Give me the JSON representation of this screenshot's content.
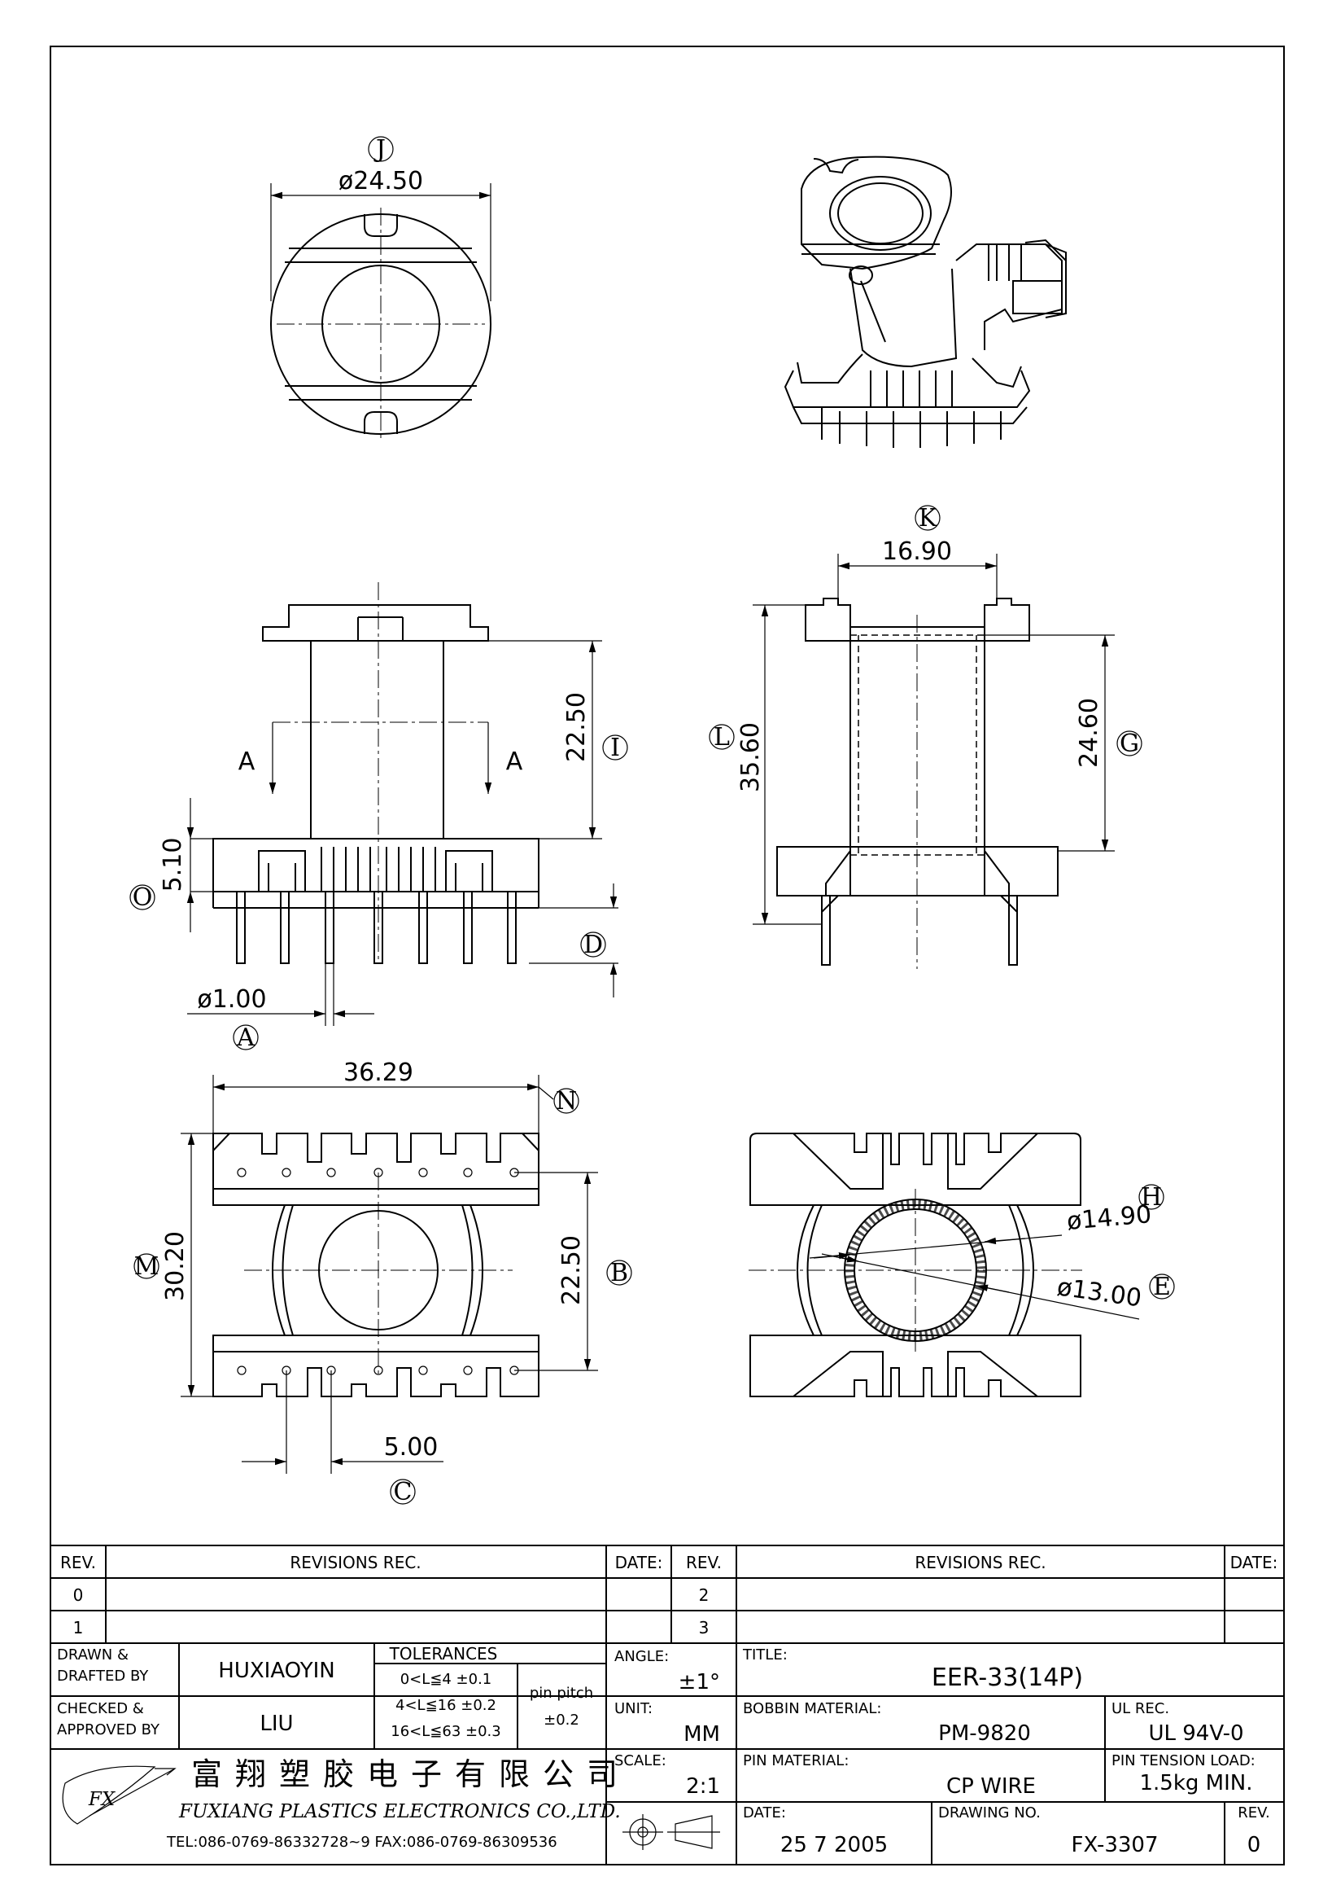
{
  "dimensions": {
    "j_dia": "ø24.50",
    "k_width": "16.90",
    "i_height": "22.50",
    "o_height": "5.10",
    "a_pin_dia": "ø1.00",
    "l_height": "35.60",
    "g_height": "24.60",
    "n_width": "36.29",
    "m_height": "30.20",
    "b_height": "22.50",
    "c_pitch": "5.00",
    "h_dia": "ø14.90",
    "e_dia": "ø13.00"
  },
  "labels": {
    "J": "J",
    "K": "K",
    "I": "I",
    "O": "O",
    "A": "A",
    "D": "D",
    "L": "L",
    "G": "G",
    "N": "N",
    "M": "M",
    "B": "B",
    "C": "C",
    "H": "H",
    "E": "E",
    "section": "A"
  },
  "title_block": {
    "rev_header": "REV.",
    "revisions_header": "REVISIONS   REC.",
    "date_header": "DATE:",
    "rev_rows_left": [
      "0",
      "1"
    ],
    "rev_rows_right": [
      "2",
      "3"
    ],
    "drawn_label_1": "DRAWN &",
    "drawn_label_2": "DRAFTED BY",
    "drawn_value": "HUXIAOYIN",
    "checked_label_1": "CHECKED &",
    "checked_label_2": "APPROVED BY",
    "checked_value": "LIU",
    "tolerances_header": "TOLERANCES",
    "tol_1": "0<L≦4   ±0.1",
    "tol_2": "4<L≦16  ±0.2",
    "tol_3": "16<L≦63  ±0.3",
    "pin_pitch_label": "pin  pitch",
    "pin_pitch_value": "±0.2",
    "angle_label": "ANGLE:",
    "angle_value": "±1°",
    "unit_label": "UNIT:",
    "unit_value": "MM",
    "scale_label": "SCALE:",
    "scale_value": "2:1",
    "title_label": "TITLE:",
    "title_value": "EER-33(14P)",
    "bobbin_label": "BOBBIN  MATERIAL:",
    "bobbin_value": "PM-9820",
    "ul_label": "UL  REC.",
    "ul_value": "UL  94V-0",
    "pin_material_label": "PIN  MATERIAL:",
    "pin_material_value": "CP  WIRE",
    "pin_tension_label": "PIN  TENSION  LOAD:",
    "pin_tension_value": "1.5kg  MIN.",
    "date_label": "DATE:",
    "date_value": "25  7  2005",
    "drawing_no_label": "DRAWING  NO.",
    "drawing_no_value": "FX-3307",
    "rev_label": "REV.",
    "rev_value": "0",
    "company_cn": "富翔塑胶电子有限公司",
    "company_en": "FUXIANG  PLASTICS  ELECTRONICS  CO.,LTD.",
    "contact": "TEL:086-0769-86332728~9   FAX:086-0769-86309536",
    "logo_text": "FX"
  }
}
